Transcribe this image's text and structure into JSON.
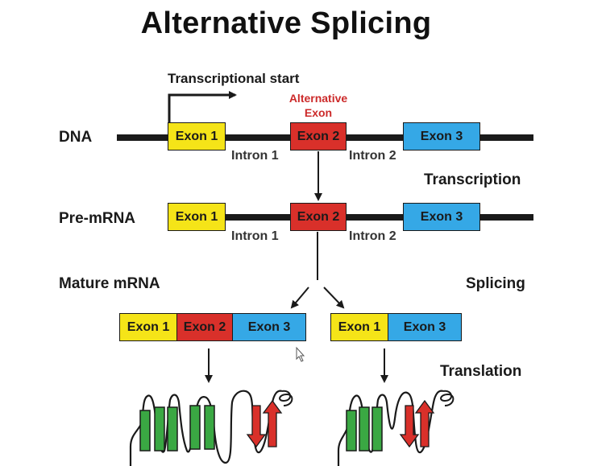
{
  "title": "Alternative Splicing",
  "transcriptional_start": "Transcriptional start",
  "alternative_exon_line1": "Alternative",
  "alternative_exon_line2": "Exon",
  "rows": {
    "dna": "DNA",
    "pre_mrna": "Pre-mRNA",
    "mature_mrna": "Mature mRNA"
  },
  "steps": {
    "transcription": "Transcription",
    "splicing": "Splicing",
    "translation": "Translation"
  },
  "exons": {
    "exon1": "Exon 1",
    "exon2": "Exon 2",
    "exon3": "Exon 3"
  },
  "introns": {
    "intron1": "Intron 1",
    "intron2": "Intron 2"
  },
  "colors": {
    "exon1": "#f5e418",
    "exon2": "#d9302a",
    "exon3": "#35a8e6",
    "helix": "#3aa843",
    "strand": "#d9302a"
  }
}
